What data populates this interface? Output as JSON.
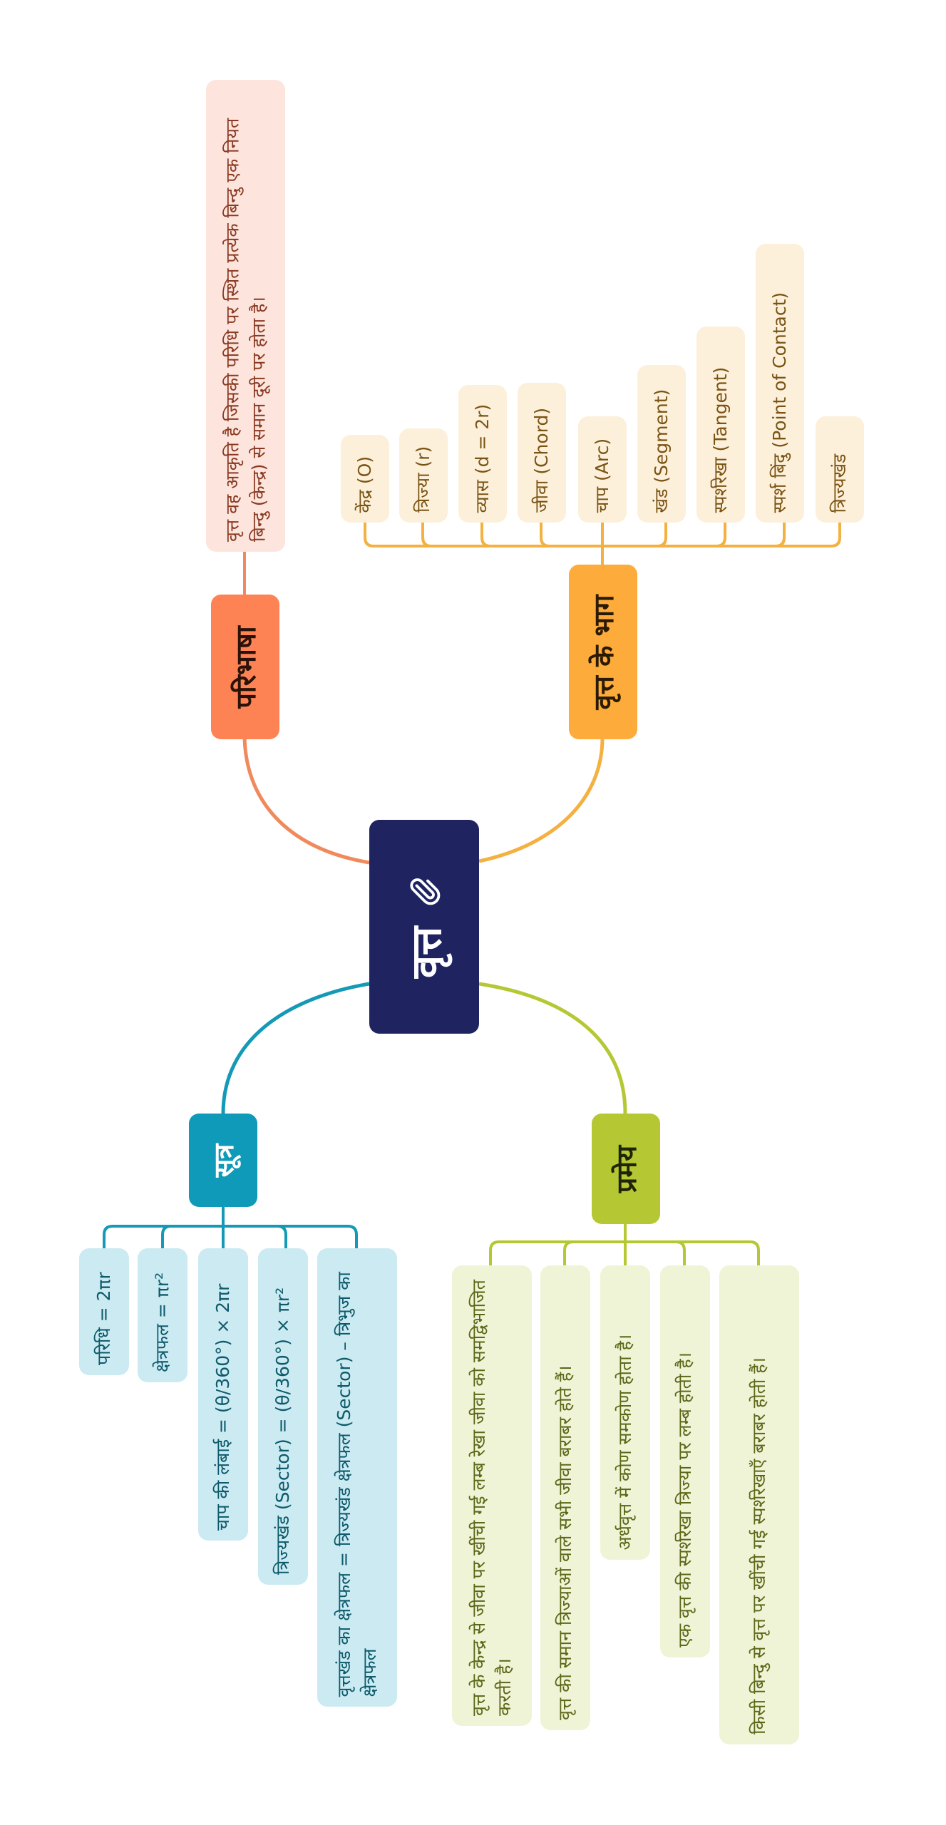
{
  "center": {
    "label": "वृत्त",
    "icon": "paperclip-icon"
  },
  "colors": {
    "center": "#1f2461",
    "definition": "#fd8354",
    "definition_leaf": "#fde5de",
    "definition_text": "#8a3a22",
    "parts": "#fdab3a",
    "parts_leaf": "#fdf0da",
    "parts_text": "#7a5414",
    "formulas": "#0e9ab8",
    "formulas_leaf": "#cbeaf2",
    "formulas_text": "#0d5a6b",
    "theorems": "#b5c834",
    "theorems_leaf": "#f0f4d6",
    "theorems_text": "#5c6718"
  },
  "definition": {
    "label": "परिभाषा",
    "items": [
      "वृत्त वह आकृति है जिसकी परिधि पर स्थित प्रत्येक बिन्दु एक नियत बिन्दु (केन्द्र) से समान दूरी पर होता है।"
    ]
  },
  "parts": {
    "label": "वृत्त के भाग",
    "items": [
      "केंद्र (O)",
      "त्रिज्या (r)",
      "व्यास (d = 2r)",
      "जीवा (Chord)",
      "चाप (Arc)",
      "खंड (Segment)",
      "स्पर्शरेखा (Tangent)",
      "स्पर्श बिंदु (Point of Contact)",
      "त्रिज्यखंड"
    ]
  },
  "formulas": {
    "label": "सूत्र",
    "items": [
      "परिधि = 2πr",
      "क्षेत्रफल = πr²",
      "चाप की लंबाई = (θ/360°) × 2πr",
      "त्रिज्यखंड (Sector) = (θ/360°) × πr²",
      "वृत्तखंड का क्षेत्रफल = त्रिज्यखंड क्षेत्रफल (Sector) – त्रिभुज का क्षेत्रफल"
    ]
  },
  "theorems": {
    "label": "प्रमेय",
    "items": [
      "वृत्त के केन्द्र से जीवा पर खींची गई लम्ब रेखा जीवा को समद्विभाजित करती है।",
      "वृत्त की समान त्रिज्याओं वाले सभी जीवा बराबर होते हैं।",
      "अर्धवृत्त में कोण समकोण होता है।",
      "एक वृत्त की स्पर्शरेखा त्रिज्या पर लम्ब होती है।",
      "किसी बिन्दु से वृत्त पर खींची गई स्पर्शरेखाएँ बराबर होती हैं।"
    ]
  }
}
